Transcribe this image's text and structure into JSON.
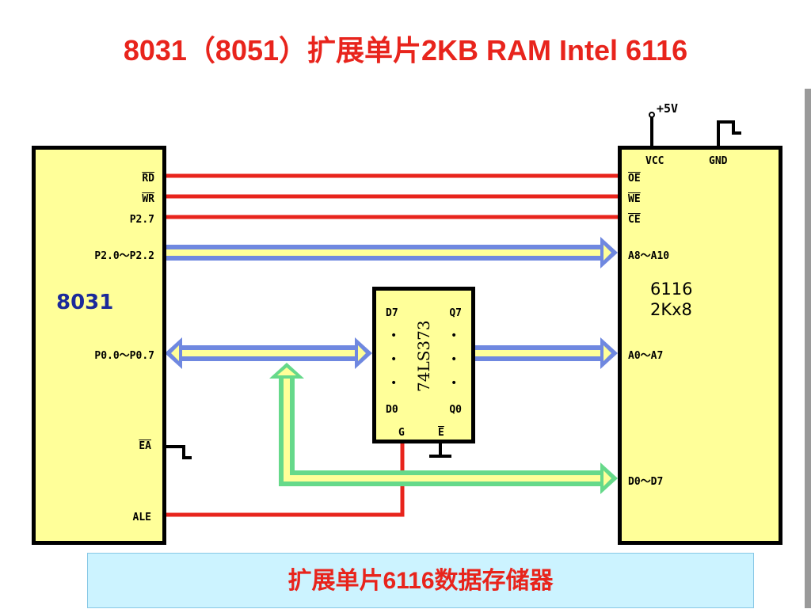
{
  "title": "8031（8051）扩展单片2KB RAM Intel 6116",
  "caption": "扩展单片6116数据存储器",
  "colors": {
    "accent": "#e8241c",
    "control_line": "#e8241c",
    "bus_line": "#6f88e0",
    "data_line": "#66d98a",
    "chip_fill": "#ffff99"
  },
  "mcu": {
    "name": "8031",
    "pins": {
      "rd": "RD",
      "wr": "WR",
      "p27": "P2.7",
      "p20_22": "P2.0～P2.2",
      "p00_07": "P0.0～P0.7",
      "ea": "EA",
      "ale": "ALE"
    }
  },
  "latch": {
    "name": "74LS373",
    "pins": {
      "d7": "D7",
      "q7": "Q7",
      "d0": "D0",
      "q0": "Q0",
      "g": "G",
      "e": "E"
    },
    "dots": "• • •"
  },
  "ram": {
    "name": "6116",
    "size": "2Kx8",
    "power": "+5V",
    "pins": {
      "vcc": "VCC",
      "gnd": "GND",
      "oe": "OE",
      "we": "WE",
      "ce": "CE",
      "a8_a10": "A8～A10",
      "a0_a7": "A0～A7",
      "d0_d7": "D0～D7"
    }
  }
}
